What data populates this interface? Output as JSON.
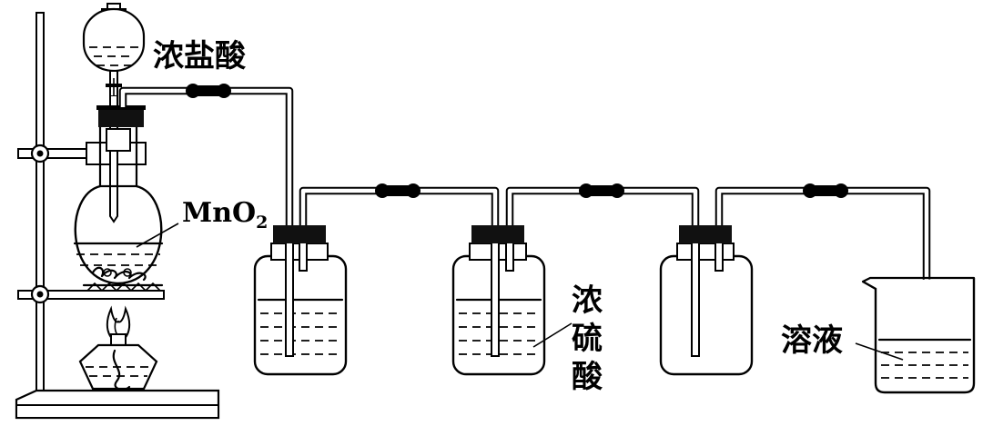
{
  "labels": {
    "conc_hcl": "浓盐酸",
    "mno2_main": "MnO",
    "mno2_sub": "2",
    "conc_h2so4_1": "浓",
    "conc_h2so4_2": "硫",
    "conc_h2so4_3": "酸",
    "solution": "溶液"
  }
}
